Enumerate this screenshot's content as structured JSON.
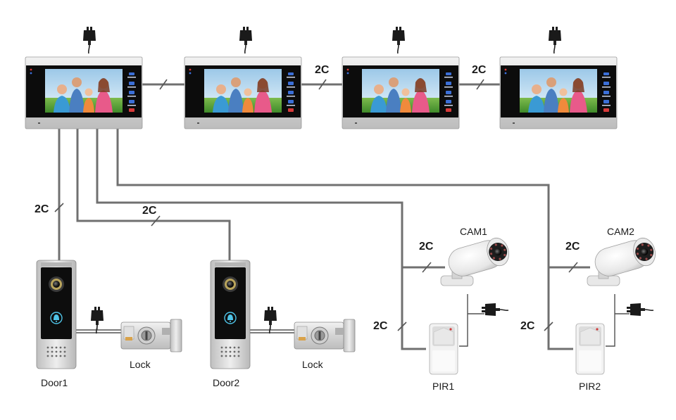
{
  "wiring": {
    "cable_label": "2C"
  },
  "monitors": [
    {
      "id": "monitor-1"
    },
    {
      "id": "monitor-2"
    },
    {
      "id": "monitor-3"
    },
    {
      "id": "monitor-4"
    }
  ],
  "doors": [
    {
      "label": "Door1",
      "lock_label": "Lock"
    },
    {
      "label": "Door2",
      "lock_label": "Lock"
    }
  ],
  "cameras": [
    {
      "label": "CAM1",
      "sensor_label": "PIR1"
    },
    {
      "label": "CAM2",
      "sensor_label": "PIR2"
    }
  ],
  "icons": {
    "adapter": "power-adapter-icon",
    "screen_buttons": [
      "home-icon",
      "intercom-icon",
      "camera-icon",
      "wifi-icon",
      "unlock-icon"
    ],
    "doorbell": "bell-icon"
  },
  "colors": {
    "wire": "#707070",
    "label": "#1a1a1a",
    "monitor_frame": "#d8d8d8",
    "monitor_bezel": "#0c0c0c",
    "panel_accent": "#3b6fd8",
    "doorbell_glow": "#4fc4e8"
  }
}
